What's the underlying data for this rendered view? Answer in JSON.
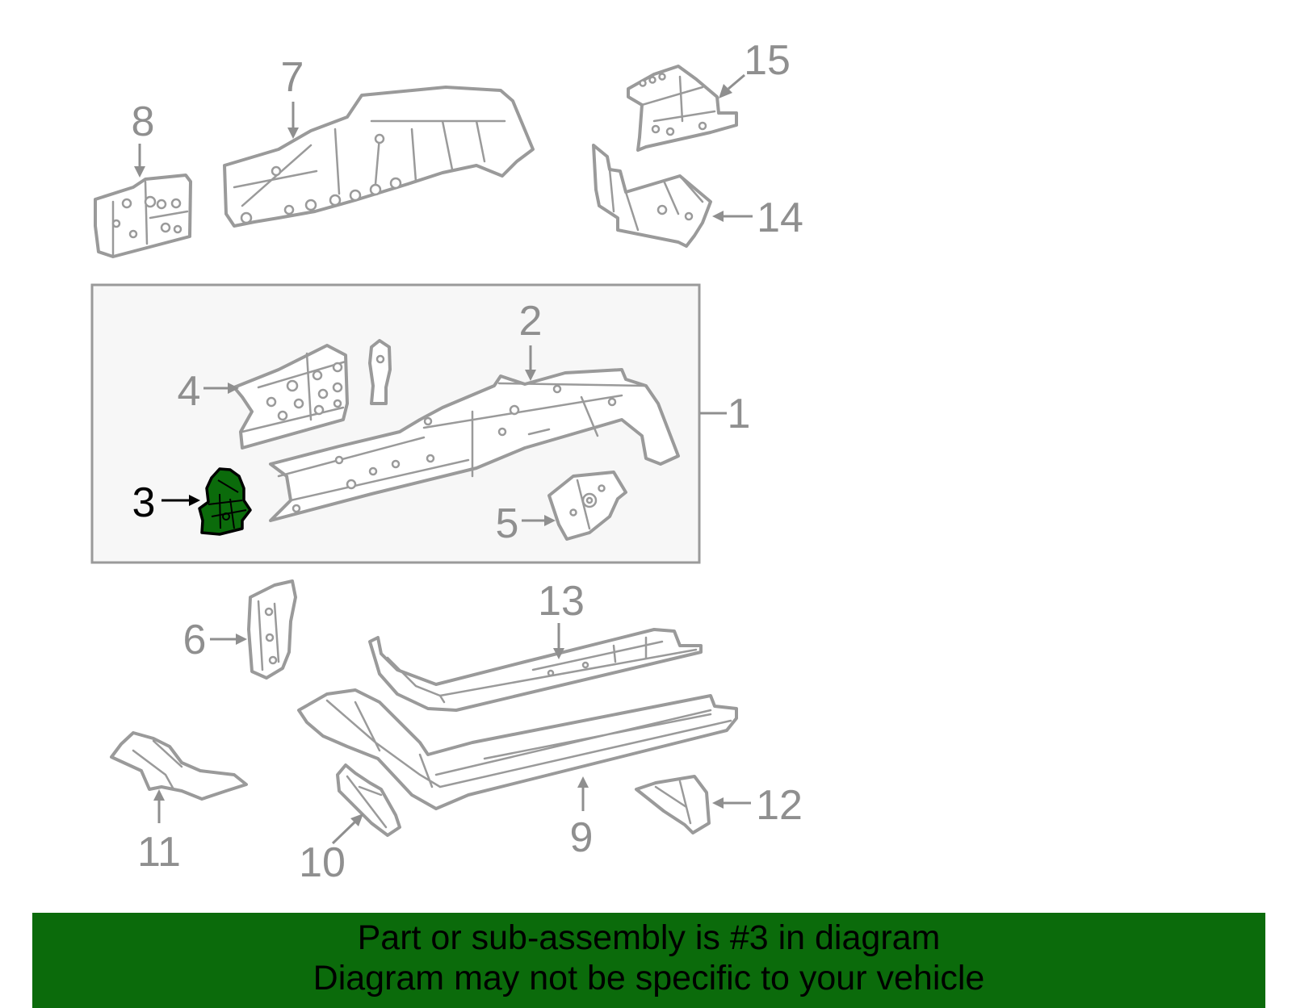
{
  "callouts": {
    "c1": "1",
    "c2": "2",
    "c3": "3",
    "c4": "4",
    "c5": "5",
    "c6": "6",
    "c7": "7",
    "c8": "8",
    "c9": "9",
    "c10": "10",
    "c11": "11",
    "c12": "12",
    "c13": "13",
    "c14": "14",
    "c15": "15"
  },
  "highlighted_part": "3",
  "colors": {
    "highlight": "#0b6b0b",
    "line": "#9a9a9a",
    "callout": "#8f8f8f"
  },
  "banner": {
    "line1": "Part or sub-assembly is #3 in diagram",
    "line2": "Diagram may not be specific to your vehicle"
  }
}
